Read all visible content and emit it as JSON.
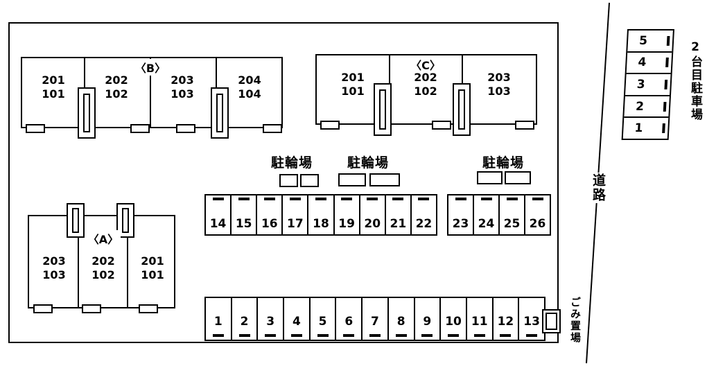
{
  "buildings": {
    "b": {
      "name": "〈B〉",
      "units": [
        {
          "t": "201",
          "b": "101"
        },
        {
          "t": "202",
          "b": "102"
        },
        {
          "t": "203",
          "b": "103"
        },
        {
          "t": "204",
          "b": "104"
        }
      ]
    },
    "c": {
      "name": "〈C〉",
      "units": [
        {
          "t": "201",
          "b": "101"
        },
        {
          "t": "202",
          "b": "102"
        },
        {
          "t": "203",
          "b": "103"
        }
      ]
    },
    "a": {
      "name": "〈A〉",
      "units": [
        {
          "t": "203",
          "b": "103"
        },
        {
          "t": "202",
          "b": "102"
        },
        {
          "t": "201",
          "b": "101"
        }
      ]
    }
  },
  "parking": {
    "middle_left": [
      "14",
      "15",
      "16",
      "17",
      "18",
      "19",
      "20",
      "21",
      "22"
    ],
    "middle_right": [
      "23",
      "24",
      "25",
      "26"
    ],
    "bottom": [
      "1",
      "2",
      "3",
      "4",
      "5",
      "6",
      "7",
      "8",
      "9",
      "10",
      "11",
      "12",
      "13"
    ],
    "side": [
      "5",
      "4",
      "3",
      "2",
      "1"
    ]
  },
  "labels": {
    "bike": "駐輪場",
    "road": "道路",
    "garbage": "ごみ置場",
    "second_parking": "2台目駐車場"
  }
}
